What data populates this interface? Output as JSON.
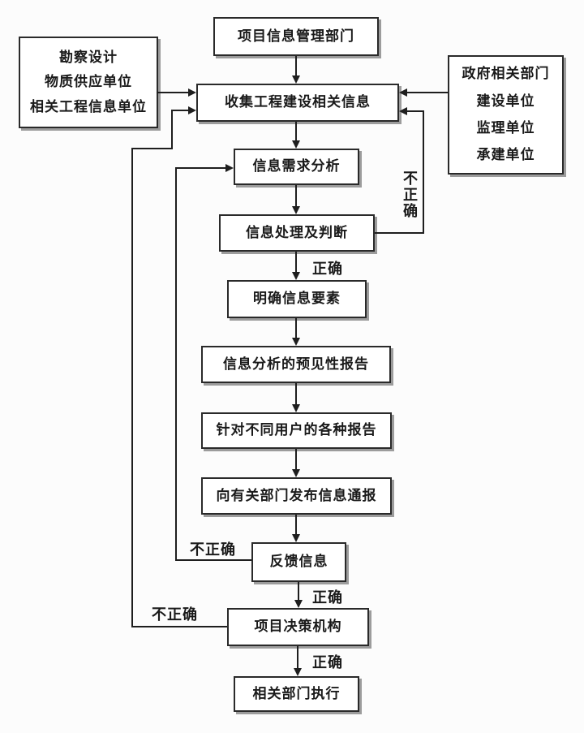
{
  "diagram": {
    "colors": {
      "background": "#fcfcfc",
      "line": "#1e1e1e",
      "box_fill": "#ffffff",
      "box_border": "#2a2a2a",
      "box_shadow": "#9c9c9c",
      "text": "#1a1a1a"
    },
    "nodes": {
      "info_dept": {
        "label": "项目信息管理部门"
      },
      "sources_left": {
        "line1": "勘察设计",
        "line2": "物质供应单位",
        "line3": "相关工程信息单位"
      },
      "sources_right": {
        "line1": "政府相关部门",
        "line2": "建设单位",
        "line3": "监理单位",
        "line4": "承建单位"
      },
      "collect": {
        "label": "收集工程建设相关信息"
      },
      "demand_analysis": {
        "label": "信息需求分析"
      },
      "processing": {
        "label": "信息处理及判断"
      },
      "clarify_elements": {
        "label": "明确信息要素"
      },
      "foresight_report": {
        "label": "信息分析的预见性报告"
      },
      "user_reports": {
        "label": "针对不同用户的各种报告"
      },
      "notify_depts": {
        "label": "向有关部门发布信息通报"
      },
      "feedback": {
        "label": "反馈信息"
      },
      "decision_body": {
        "label": "项目决策机构"
      },
      "execute": {
        "label": "相关部门执行"
      }
    },
    "edge_labels": {
      "process_correct": "正确",
      "process_incorrect": "不正确",
      "feedback_correct": "正确",
      "feedback_incorrect": "不正确",
      "decision_correct": "正确",
      "decision_incorrect": "不正确"
    },
    "edges": [
      {
        "from": "info_dept",
        "to": "collect",
        "label": ""
      },
      {
        "from": "sources_left",
        "to": "collect",
        "label": ""
      },
      {
        "from": "sources_right",
        "to": "collect",
        "label": ""
      },
      {
        "from": "collect",
        "to": "demand_analysis",
        "label": ""
      },
      {
        "from": "demand_analysis",
        "to": "processing",
        "label": ""
      },
      {
        "from": "processing",
        "to": "clarify_elements",
        "label": "正确"
      },
      {
        "from": "processing",
        "to": "collect",
        "label": "不正确"
      },
      {
        "from": "clarify_elements",
        "to": "foresight_report",
        "label": ""
      },
      {
        "from": "foresight_report",
        "to": "user_reports",
        "label": ""
      },
      {
        "from": "user_reports",
        "to": "notify_depts",
        "label": ""
      },
      {
        "from": "notify_depts",
        "to": "feedback",
        "label": ""
      },
      {
        "from": "feedback",
        "to": "decision_body",
        "label": "正确"
      },
      {
        "from": "feedback",
        "to": "demand_analysis",
        "label": "不正确"
      },
      {
        "from": "decision_body",
        "to": "execute",
        "label": "正确"
      },
      {
        "from": "decision_body",
        "to": "collect",
        "label": "不正确"
      }
    ]
  }
}
